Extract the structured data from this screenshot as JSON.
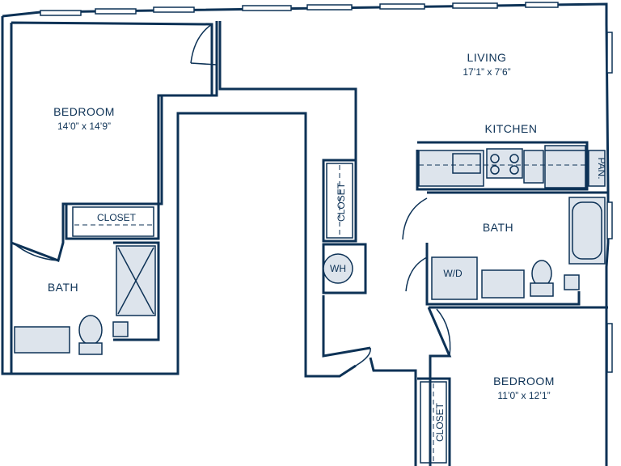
{
  "rooms": {
    "bedroom1": {
      "name": "BEDROOM",
      "dims": "14’0” x 14’9”"
    },
    "living": {
      "name": "LIVING",
      "dims": "17’1” x 7’6”"
    },
    "kitchen": {
      "name": "KITCHEN"
    },
    "bath1": {
      "name": "BATH"
    },
    "bath2": {
      "name": "BATH"
    },
    "bedroom2": {
      "name": "BEDROOM",
      "dims": "11’0” x 12’1”"
    }
  },
  "labels": {
    "closet1": "CLOSET",
    "closet2": "CLOSET",
    "closet3": "CLOSET",
    "water_heater": "WH",
    "washer_dryer": "W/D",
    "pantry": "PAN."
  },
  "colors": {
    "wall": "#0d3256",
    "fixture": "#dde4ec"
  }
}
